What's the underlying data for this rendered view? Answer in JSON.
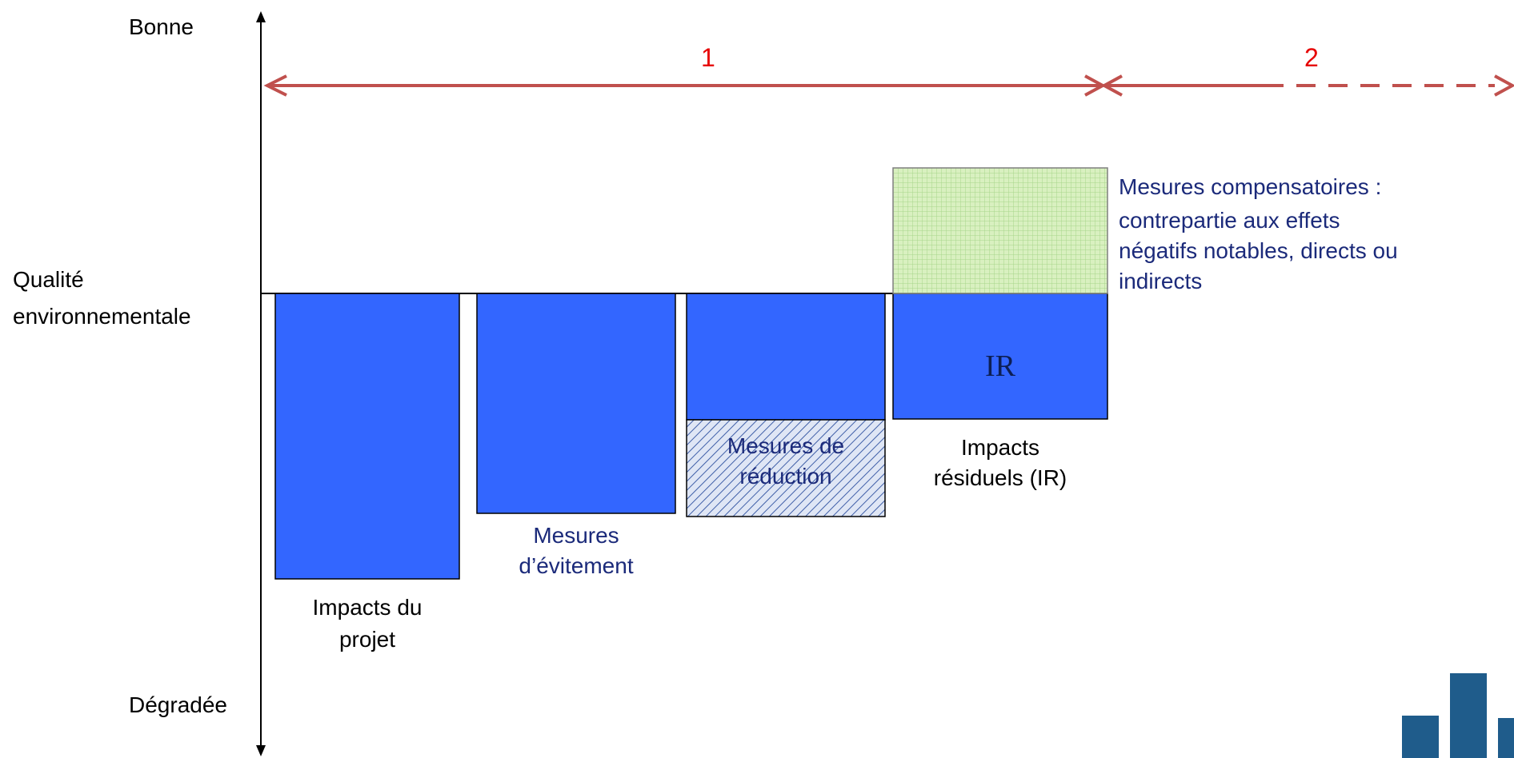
{
  "axis": {
    "top_label": "Bonne",
    "middle_label_line1": "Qualité",
    "middle_label_line2": "environnementale",
    "bottom_label": "Dégradée"
  },
  "phases": {
    "phase1": "1",
    "phase2": "2"
  },
  "bars": [
    {
      "label_line1": "Impacts du",
      "label_line2": "projet"
    },
    {
      "label_line1": "Mesures",
      "label_line2": "d’évitement"
    },
    {
      "label_line1": "Mesures de",
      "label_line2": "réduction"
    },
    {
      "label_line1": "Impacts",
      "label_line2": "résiduels (IR)",
      "inner_label": "IR"
    }
  ],
  "compensation": {
    "line1": "Mesures compensatoires :",
    "line2": "contrepartie aux effets",
    "line3": "négatifs notables, directs ou",
    "line4": "indirects"
  },
  "colors": {
    "bar_blue": "#3366ff",
    "arrow_red": "#c0504d",
    "phase_red": "#e60000",
    "logo_blue": "#1f5c8b",
    "green_fill": "#d9f0c0"
  }
}
